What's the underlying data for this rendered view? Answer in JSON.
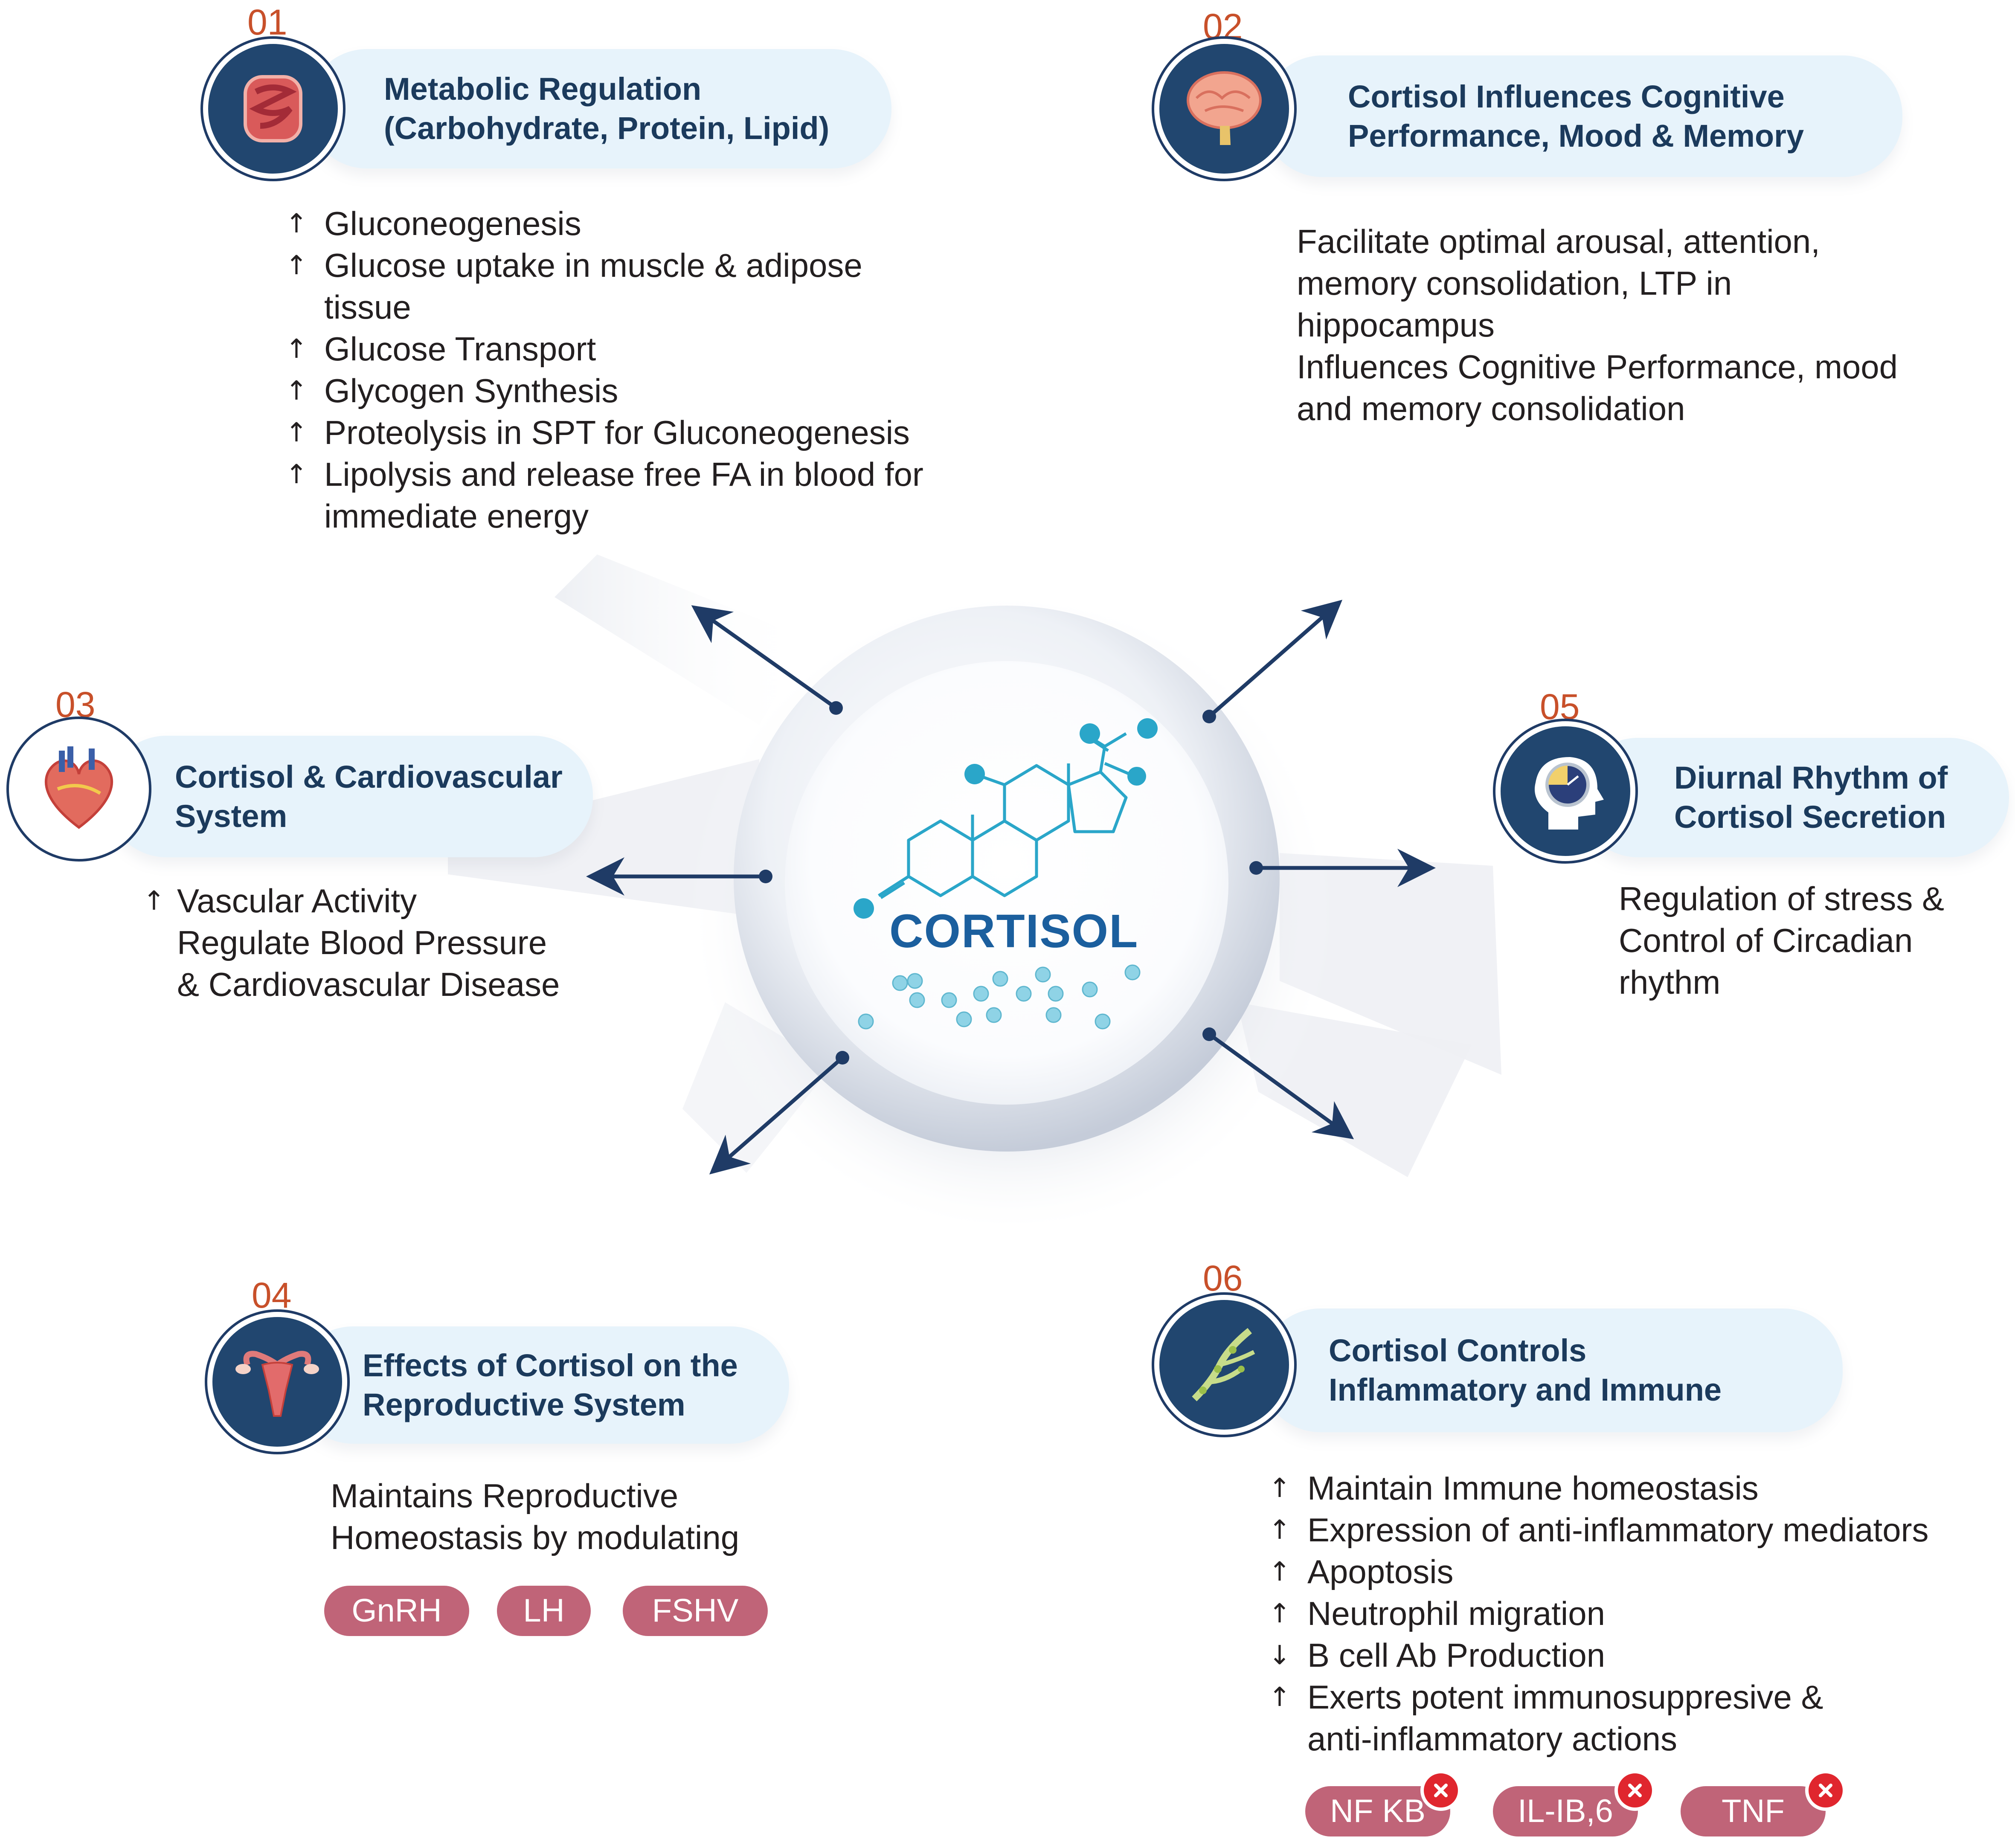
{
  "center": {
    "label": "CORTISOL"
  },
  "sections": [
    {
      "id": "metabolic",
      "number": "01",
      "title": "Metabolic Regulation\n(Carbohydrate, Protein, Lipid)",
      "icon": "intestine-icon",
      "items": [
        {
          "arrow": "↑",
          "text": "Gluconeogenesis"
        },
        {
          "arrow": "↑",
          "text": "Glucose uptake in muscle & adipose",
          "cont": "tissue"
        },
        {
          "arrow": "↑",
          "text": "Glucose Transport"
        },
        {
          "arrow": "↑",
          "text": "Glycogen Synthesis"
        },
        {
          "arrow": "↑",
          "text": "Proteolysis in SPT for Gluconeogenesis"
        },
        {
          "arrow": "↑",
          "text": "Lipolysis and release free FA in blood for",
          "cont": "immediate energy"
        }
      ]
    },
    {
      "id": "cognitive",
      "number": "02",
      "title": "Cortisol Influences Cognitive\nPerformance, Mood & Memory",
      "icon": "brain-icon",
      "lines": [
        "Facilitate optimal arousal, attention,",
        "memory consolidation, LTP in",
        "hippocampus",
        "Influences Cognitive Performance, mood",
        "and memory consolidation"
      ]
    },
    {
      "id": "cardiovascular",
      "number": "03",
      "title": "Cortisol & Cardiovascular\nSystem",
      "icon": "heart-icon",
      "arrow": "↑",
      "lines": [
        "Vascular Activity",
        "Regulate Blood Pressure",
        "& Cardiovascular Disease"
      ]
    },
    {
      "id": "reproductive",
      "number": "04",
      "title": "Effects of Cortisol on the\nReproductive System",
      "icon": "uterus-icon",
      "lines": [
        "Maintains Reproductive",
        "Homeostasis by modulating"
      ],
      "tags": [
        "GnRH",
        "LH",
        "FSHV"
      ]
    },
    {
      "id": "diurnal",
      "number": "05",
      "title": "Diurnal Rhythm of\nCortisol Secretion",
      "icon": "head-clock-icon",
      "lines": [
        "Regulation of stress &",
        "Control of Circadian",
        "rhythm"
      ]
    },
    {
      "id": "immune",
      "number": "06",
      "title": "Cortisol Controls\nInflammatory and Immune",
      "icon": "lymph-vessel-icon",
      "items": [
        {
          "arrow": "↑",
          "text": "Maintain Immune homeostasis"
        },
        {
          "arrow": "↑",
          "text": "Expression of anti-inflammatory mediators"
        },
        {
          "arrow": "↑",
          "text": "Apoptosis"
        },
        {
          "arrow": "↑",
          "text": "Neutrophil migration"
        },
        {
          "arrow": "↓",
          "text": "B cell Ab Production"
        },
        {
          "arrow": "↑",
          "text": "Exerts potent immunosuppresive &",
          "cont": "anti-inflammatory actions"
        }
      ],
      "tags": [
        "NF KB",
        "IL-IB,6",
        "TNF"
      ],
      "tag_badge_icon": "x-circle-icon"
    }
  ],
  "colors": {
    "navy": "#1b3a5c",
    "icon_disc": "#21466f",
    "pill_bg": "#e7f3fb",
    "number": "#c8502a",
    "tag_bg": "#c06478",
    "badge_red": "#e0262e",
    "molecule": "#2aa6c9",
    "droplet": "#8fd3e6"
  }
}
